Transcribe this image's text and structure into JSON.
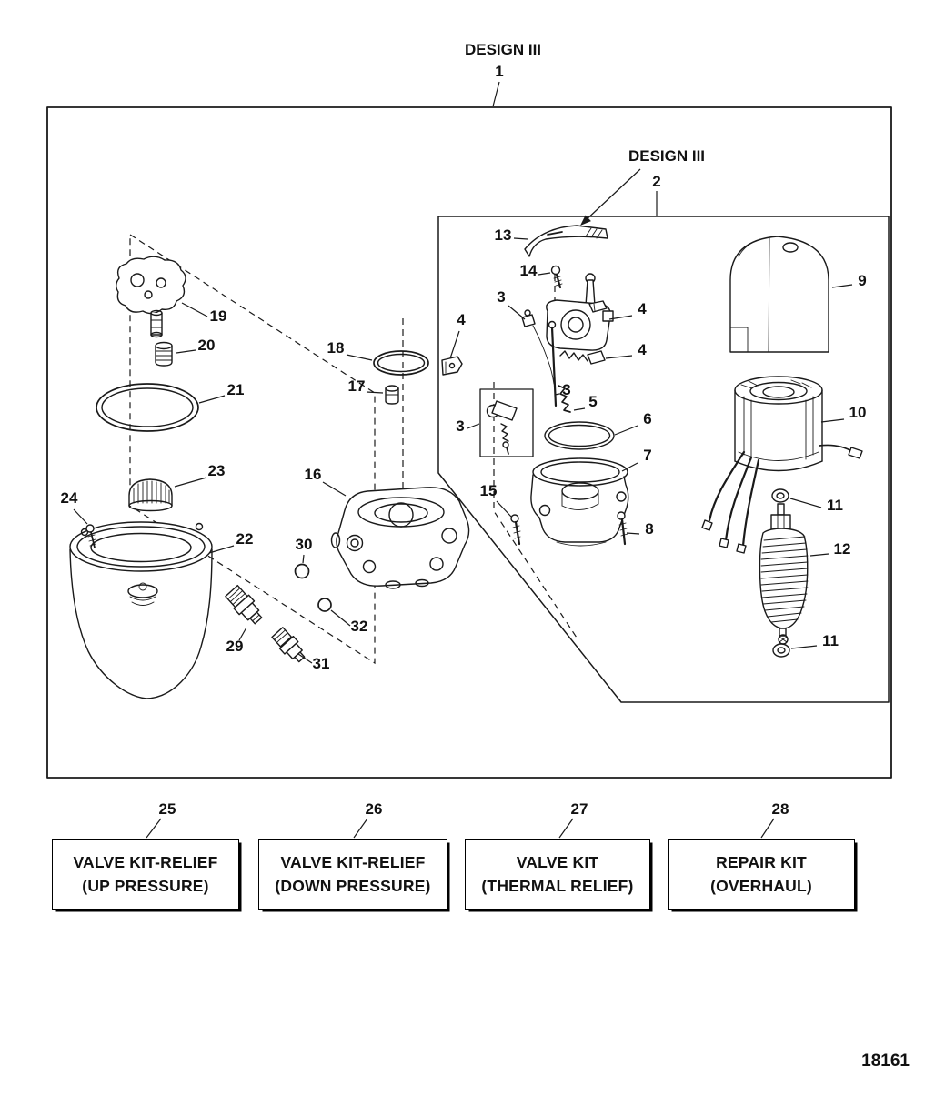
{
  "page": {
    "figure_number": "18161"
  },
  "labels": {
    "design_top": "DESIGN III",
    "design_region": "DESIGN III"
  },
  "callouts": {
    "c1": "1",
    "c2": "2",
    "c3a": "3",
    "c3b": "3",
    "c3c": "3",
    "c4a": "4",
    "c4b": "4",
    "c4c": "4",
    "c5": "5",
    "c6": "6",
    "c7": "7",
    "c8": "8",
    "c9": "9",
    "c10": "10",
    "c11a": "11",
    "c11b": "11",
    "c12": "12",
    "c13": "13",
    "c14": "14",
    "c15": "15",
    "c16": "16",
    "c17": "17",
    "c18": "18",
    "c19": "19",
    "c20": "20",
    "c21": "21",
    "c22": "22",
    "c23": "23",
    "c24": "24",
    "c29": "29",
    "c30": "30",
    "c31": "31",
    "c32": "32"
  },
  "kits": [
    {
      "number": "25",
      "line1": "VALVE KIT-RELIEF",
      "line2": "(UP PRESSURE)"
    },
    {
      "number": "26",
      "line1": "VALVE KIT-RELIEF",
      "line2": "(DOWN PRESSURE)"
    },
    {
      "number": "27",
      "line1": "VALVE KIT",
      "line2": "(THERMAL RELIEF)"
    },
    {
      "number": "28",
      "line1": "REPAIR KIT",
      "line2": "(OVERHAUL)"
    }
  ]
}
